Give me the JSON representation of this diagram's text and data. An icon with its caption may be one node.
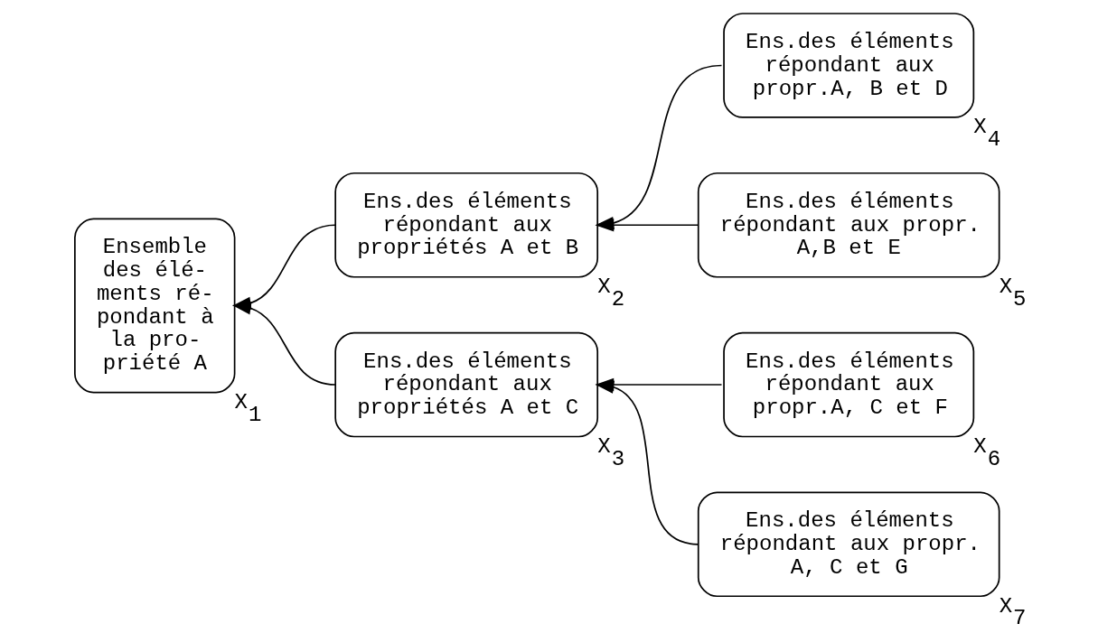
{
  "diagram": {
    "nodes": [
      {
        "text": [
          "Ensemble des élé- ments ré- pondant à la pro- priété A"
        ],
        "beside": [
          "X$_{1}$"
        ]
      },
      {
        "text": [
          "Ens.des éléments répondant aux propriétés A et B"
        ],
        "beside": [
          "X$_{2}$"
        ]
      },
      {
        "text": [
          "Ens.des éléments répondant aux propriétés A et C"
        ],
        "beside": [
          "X$_{3}$"
        ]
      },
      {
        "text": [
          "Ens.des éléments répondant aux propr.A, B et D"
        ],
        "beside": [
          "X$_{4}$"
        ]
      },
      {
        "text": [
          "Ens.des éléments répondant aux propr. A,B et E"
        ],
        "beside": [
          "X$_{5}$"
        ]
      },
      {
        "text": [
          "Ens.des éléments répondant aux propr.A, C et F"
        ],
        "beside": [
          "X$_{6}$"
        ]
      },
      {
        "text": [
          "Ens.des éléments répondant aux propr. A, C et G"
        ],
        "beside": [
          "X$_{7}$"
        ]
      }
    ],
    "edges": [
      {
        "from": 3,
        "to": 1,
        "arrow": "to"
      },
      {
        "from": 4,
        "to": 1,
        "arrow": "to"
      },
      {
        "from": 5,
        "to": 2,
        "arrow": "to"
      },
      {
        "from": 6,
        "to": 2,
        "arrow": "to"
      },
      {
        "from": 1,
        "to": 0,
        "arrow": "to"
      },
      {
        "from": 2,
        "to": 0,
        "arrow": "to"
      }
    ]
  }
}
